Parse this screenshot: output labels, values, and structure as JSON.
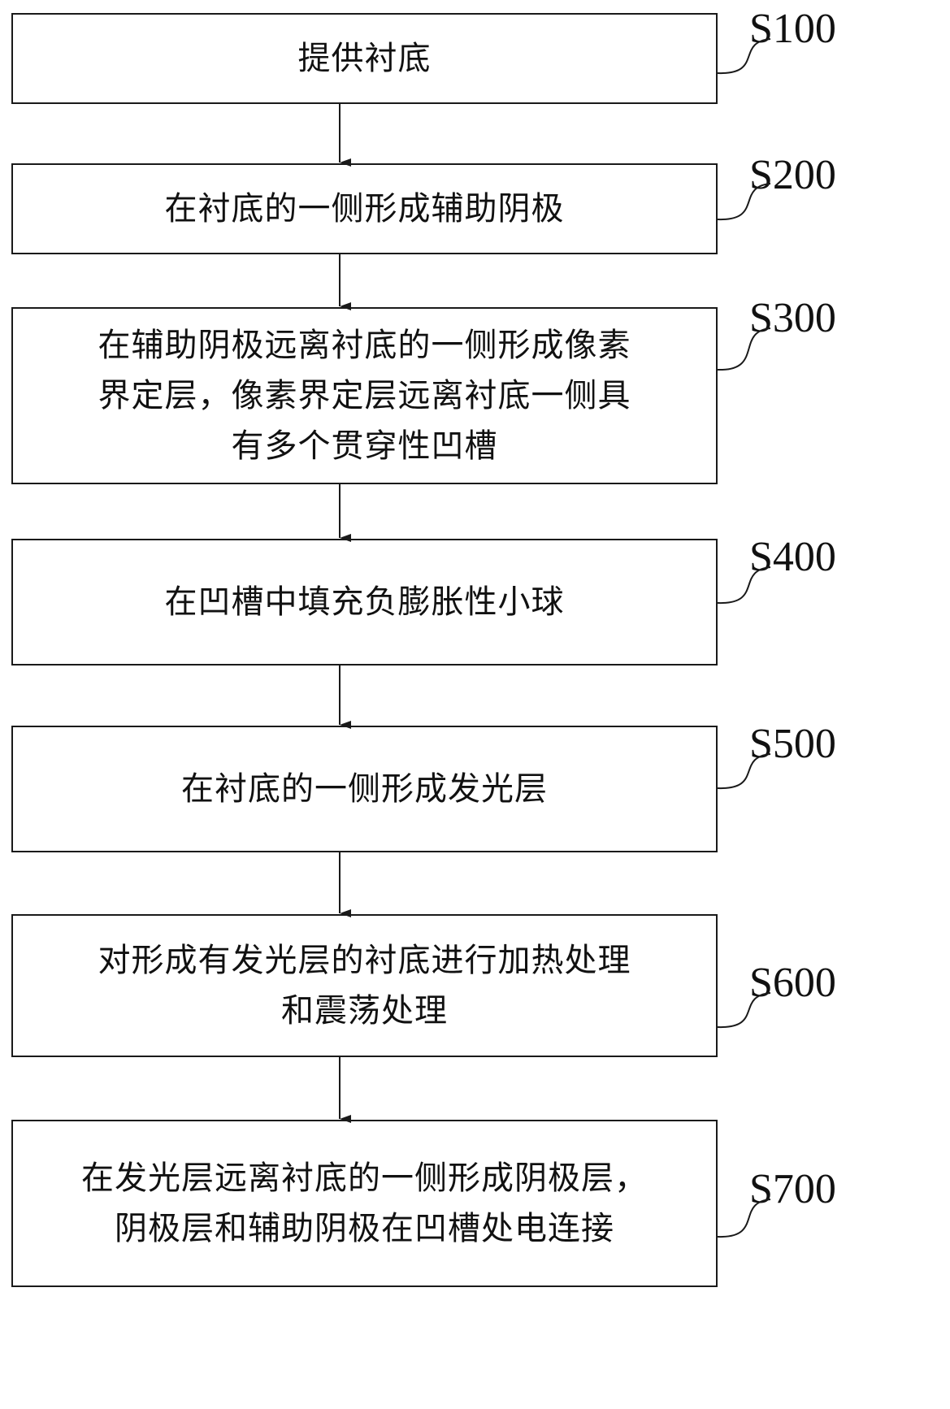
{
  "steps": [
    {
      "label": "S100",
      "lines": [
        "提供衬底"
      ]
    },
    {
      "label": "S200",
      "lines": [
        "在衬底的一侧形成辅助阴极"
      ]
    },
    {
      "label": "S300",
      "lines": [
        "在辅助阴极远离衬底的一侧形成像素",
        "界定层，像素界定层远离衬底一侧具",
        "有多个贯穿性凹槽"
      ]
    },
    {
      "label": "S400",
      "lines": [
        "在凹槽中填充负膨胀性小球"
      ]
    },
    {
      "label": "S500",
      "lines": [
        "在衬底的一侧形成发光层"
      ]
    },
    {
      "label": "S600",
      "lines": [
        "对形成有发光层的衬底进行加热处理",
        "和震荡处理"
      ]
    },
    {
      "label": "S700",
      "lines": [
        "在发光层远离衬底的一侧形成阴极层，",
        "阴极层和辅助阴极在凹槽处电连接"
      ]
    }
  ]
}
